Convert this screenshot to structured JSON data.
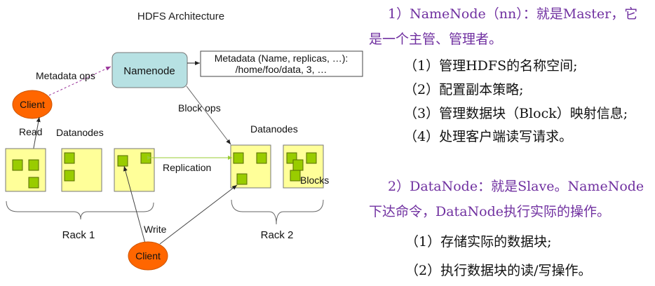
{
  "diagram": {
    "title": "HDFS Architecture",
    "namenode_label": "Namenode",
    "metadata_line1": "Metadata (Name, replicas, …):",
    "metadata_line2": "/home/foo/data, 3, …",
    "metadata_ops_label": "Metadata ops",
    "block_ops_label": "Block ops",
    "read_label": "Read",
    "write_label": "Write",
    "replication_label": "Replication",
    "blocks_label": "Blocks",
    "datanodes_left_label": "Datanodes",
    "datanodes_right_label": "Datanodes",
    "rack1_label": "Rack 1",
    "rack2_label": "Rack 2",
    "client_top_label": "Client",
    "client_bottom_label": "Client",
    "colors": {
      "namenode_fill": "#b7e1e3",
      "client_fill": "#ff6600",
      "datanode_fill": "#ffff99",
      "block_fill": "#99cc00",
      "metadata_ops_arrow": "#993399",
      "replication_arrow": "#99cc33"
    }
  },
  "notes": {
    "namenode_heading_1": "1）NameNode（nn）：就是Master，它",
    "namenode_heading_2": "是一个主管、管理者。",
    "namenode_items": [
      "（1）管理HDFS的名称空间;",
      "（2）配置副本策略;",
      "（3）管理数据块（Block）映射信息;",
      "（4）处理客户端读写请求。"
    ],
    "datanode_heading_1": "2）DataNode：就是Slave。NameNode",
    "datanode_heading_2": "下达命令，DataNode执行实际的操作。",
    "datanode_items": [
      "（1）存储实际的数据块;",
      "（2）执行数据块的读/写操作。"
    ],
    "colors": {
      "heading": "#7030a0",
      "item": "#111111"
    }
  }
}
